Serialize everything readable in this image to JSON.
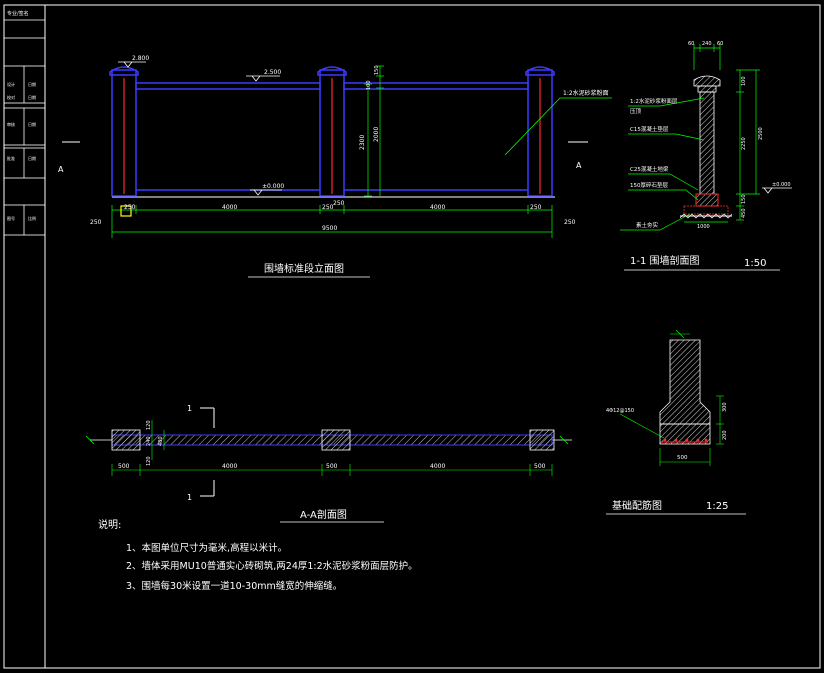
{
  "title_block": {
    "r0": "专业/签名",
    "r1a": "设计",
    "r1b": "日期",
    "r2a": "校对",
    "r2b": "日期",
    "r3a": "审核",
    "r3b": "日期",
    "r4a": "批准",
    "r4b": "日期",
    "r5a": "图号",
    "r5b": "比例"
  },
  "elevation": {
    "title": "围墙标准段立面图",
    "level_top": "2.800",
    "level_mid": "2.500",
    "level_zero": "±0.000",
    "section_mark": "A",
    "dim_250": "250",
    "dim_4000": "4000",
    "dim_total": "9500",
    "dim_2000": "2000",
    "dim_2300": "2300",
    "dim_150": "150",
    "dim_100": "100",
    "note_plaster": "1:2水泥砂浆粉面"
  },
  "section_1_1": {
    "title": "1-1  围墙剖面图",
    "scale": "1:50",
    "dim_60a": "60",
    "dim_240": "240",
    "dim_60b": "60",
    "dim_1000": "1000",
    "dim_2250": "2250",
    "dim_2500": "2500",
    "dim_100": "100",
    "dim_150": "150",
    "dim_450": "450",
    "dim_base": "1000",
    "level_zero": "±0.000",
    "lbl1": "1:2水泥砂浆粉面层",
    "lbl2": "压顶",
    "lbl3": "C15混凝土垫层",
    "lbl4": "C25混凝土地梁",
    "lbl5": "150厚碎石垫层",
    "lbl6": "素土夯实"
  },
  "plan": {
    "title": "A-A剖面图",
    "section_mark": "1",
    "dim_500": "500",
    "dim_4000": "4000",
    "dim_120": "120",
    "dim_240": "240",
    "dim_480": "480"
  },
  "footing": {
    "title": "基础配筋图",
    "scale": "1:25",
    "rebar_label": "4Φ12@150",
    "dim_500": "500",
    "dim_300": "300",
    "dim_200": "200"
  },
  "notes": {
    "heading": "说明:",
    "line1": "1、本图单位尺寸为毫米,高程以米计。",
    "line2": "2、墙体采用MU10普通实心砖砌筑,两24厚1:2水泥砂浆粉面层防护。",
    "line3": "3、围墙每30米设置一道10-30mm缝宽的伸缩缝。"
  },
  "colors": {
    "background": "#000000",
    "frame": "#ffffff",
    "wall": "#3b3bff",
    "dim": "#00ff00",
    "red": "#ff2a2a",
    "yellow": "#ffff00"
  }
}
